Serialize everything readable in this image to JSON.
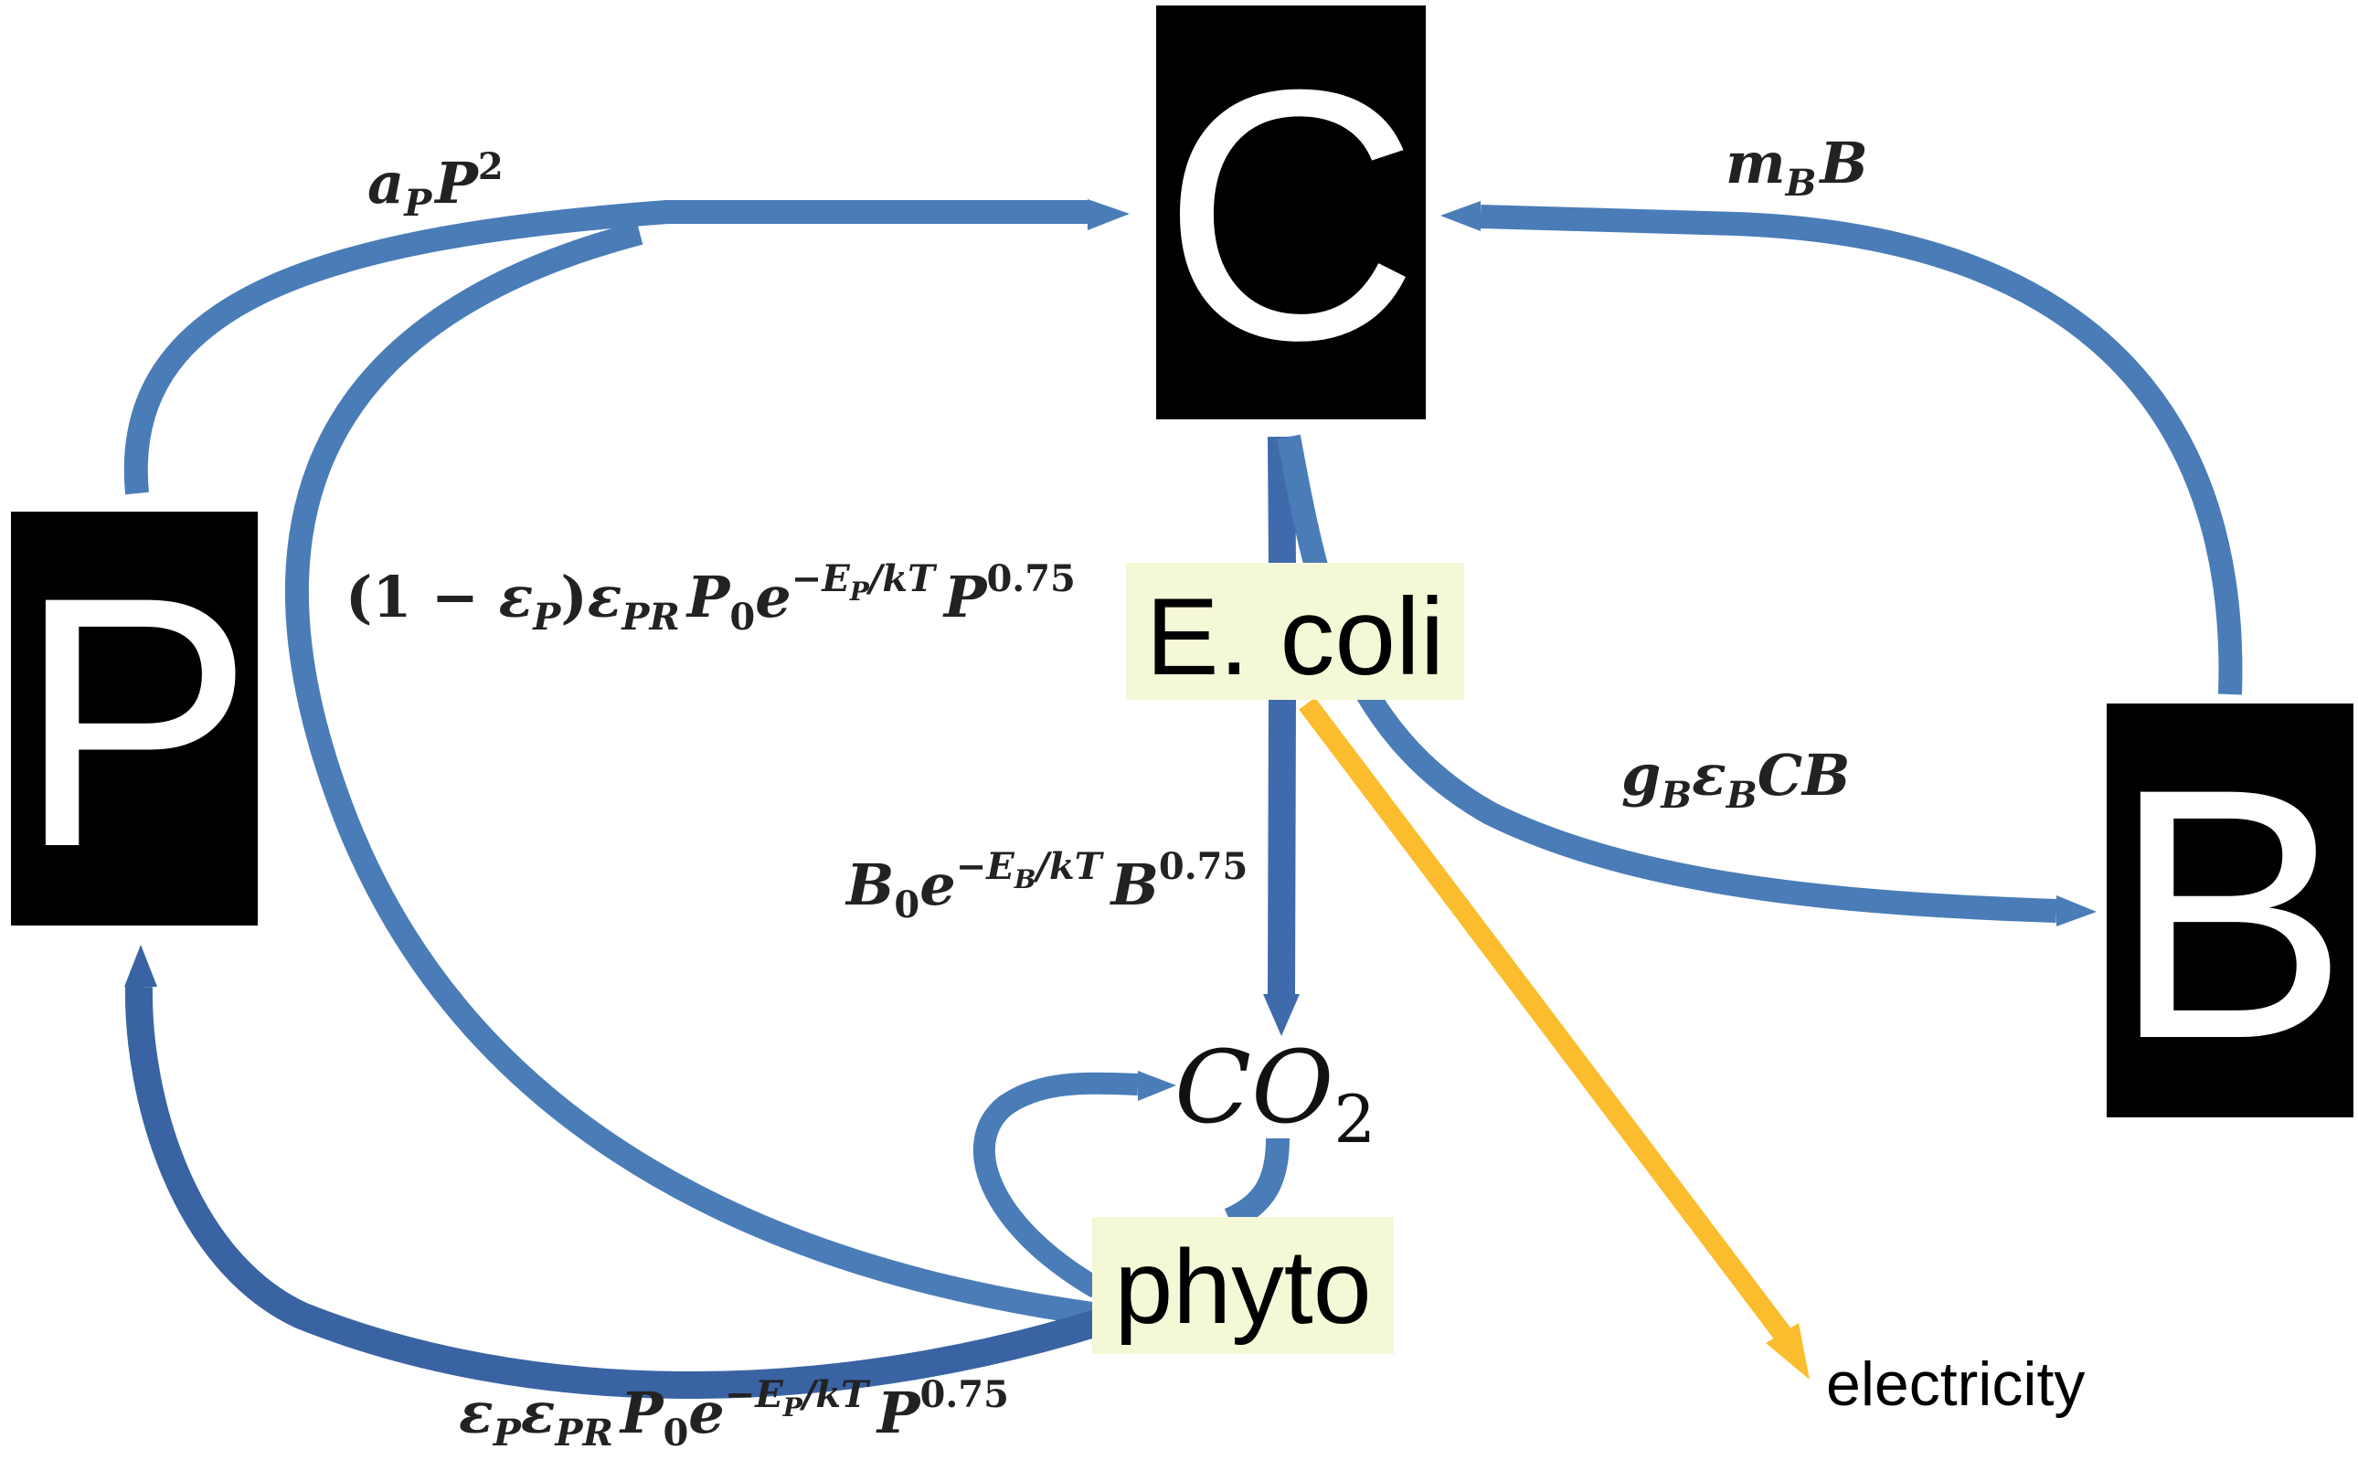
{
  "nodes": {
    "C": "C",
    "P": "P",
    "B": "B",
    "ecoli": "E. coli",
    "phyto": "phyto",
    "co2_base": "CO",
    "co2_sub": "2",
    "electricity": "electricity"
  },
  "labels": {
    "p_to_c": {
      "a": "a",
      "a_sub": "P",
      "P": "P",
      "exp": "2"
    },
    "b_to_c": {
      "m": "m",
      "m_sub": "B",
      "B": "B"
    },
    "c_to_b": {
      "g": "g",
      "g_sub": "B",
      "eps": "ε",
      "eps_sub": "B",
      "CB": "CB"
    },
    "ecoli_to_co2": {
      "B0": "B",
      "B0_sub": "0",
      "e": "e",
      "exp": "−E",
      "exp_sub": "B",
      "exp_tail": "/kT",
      "B": "B",
      "pow": "0.75"
    },
    "phyto_to_c": {
      "open": "(1 − ",
      "eps": "ε",
      "eps_sub": "P",
      "close": ")",
      "eps2": "ε",
      "eps2_sub": "PR",
      "P0": "P",
      "P0_sub": "0",
      "e": "e",
      "exp": "−E",
      "exp_sub": "P",
      "exp_tail": "/kT",
      "P": "P",
      "pow": "0.75"
    },
    "phyto_to_p": {
      "eps": "ε",
      "eps_sub": "P",
      "eps2": "ε",
      "eps2_sub": "PR",
      "P0": "P",
      "P0_sub": "0",
      "e": "e",
      "exp": "−E",
      "exp_sub": "P",
      "exp_tail": "/kT",
      "P": "P",
      "pow": "0.75"
    }
  },
  "colors": {
    "flow": "#4a7cb8",
    "flow_dark": "#3a63a3",
    "electricity": "#fbbd2d",
    "box": "#000000",
    "highlight": "#f5f8d6"
  }
}
